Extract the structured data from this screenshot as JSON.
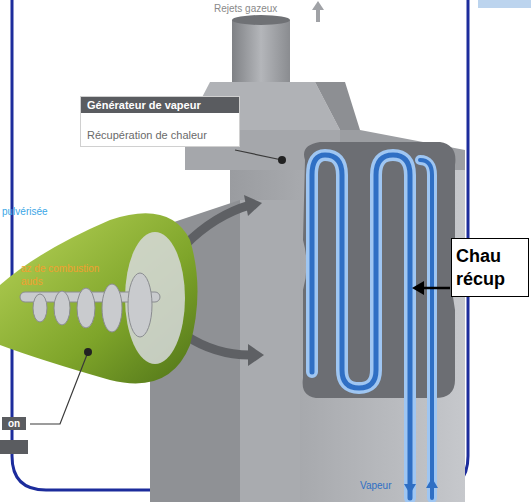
{
  "diagram": {
    "nodes": [
      {
        "text": [
          "Générateur de vapeur",
          "Récupération de chaleur"
        ]
      },
      {
        "text": [
          "Chau récup"
        ]
      }
    ],
    "labels": [
      "Rejets gazeux",
      "pulvérisée",
      "az de combustion auds",
      "on",
      "Vapeur"
    ]
  }
}
